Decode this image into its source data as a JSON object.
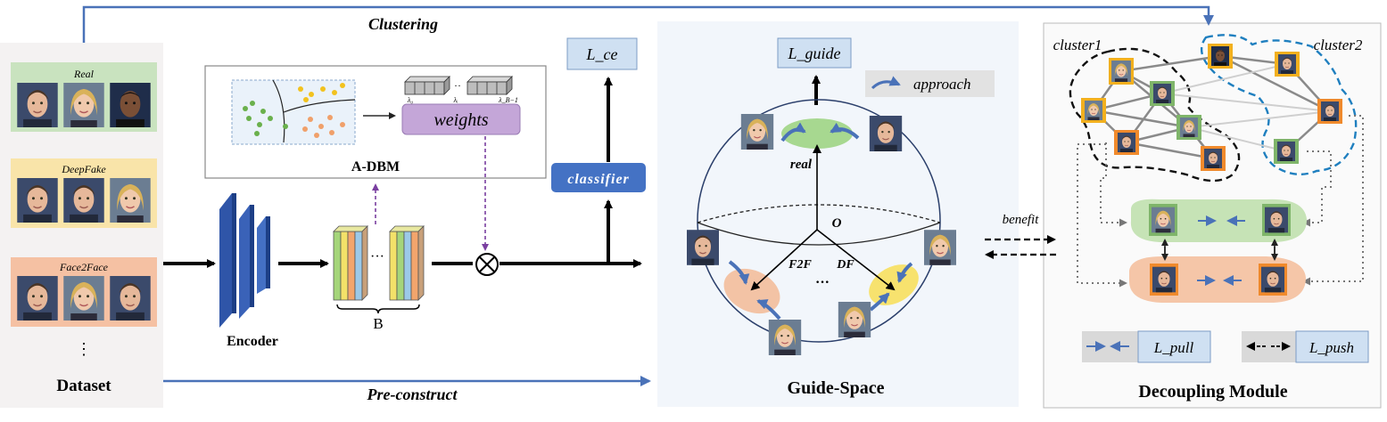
{
  "top_arrow": {
    "label": "Clustering"
  },
  "bottom_arrow": {
    "label": "Pre-construct"
  },
  "dataset": {
    "title": "Dataset",
    "ellipsis": "⋮",
    "groups": [
      {
        "label": "Real",
        "color": "#c9e3bf"
      },
      {
        "label": "DeepFake",
        "color": "#f9e4a9"
      },
      {
        "label": "Face2Face",
        "color": "#f5c1a3"
      }
    ]
  },
  "encoder": {
    "label": "Encoder"
  },
  "features": {
    "ellipsis": "···",
    "brace_label": "B"
  },
  "adbm": {
    "title": "A-DBM",
    "weights_label": "weights",
    "lambda_labels": [
      "λ₀",
      "λᵢ",
      "λ_B−1"
    ]
  },
  "loss_ce": {
    "label": "L_ce"
  },
  "classifier": {
    "label": "classifier"
  },
  "guide_space": {
    "title": "Guide-Space",
    "loss_label": "L_guide",
    "legend_label": "approach",
    "real_label": "real",
    "origin_label": "O",
    "f2f_label": "F2F",
    "df_label": "DF",
    "ellipsis": "···"
  },
  "benefit": {
    "label": "benefit"
  },
  "decoupling": {
    "title": "Decoupling Module",
    "cluster1_label": "cluster1",
    "cluster2_label": "cluster2",
    "pull_label": "L_pull",
    "push_label": "L_push"
  },
  "colors": {
    "real": "#7fb56a",
    "fake_orange": "#f08a2c",
    "yellow": "#f2b01e",
    "blue_arrow": "#4a72b8",
    "box_blue": "#cfe0f2",
    "classifier_blue": "#4472c4",
    "weights_purple": "#c4a6d8",
    "cluster2_blue": "#1f7fbf"
  }
}
